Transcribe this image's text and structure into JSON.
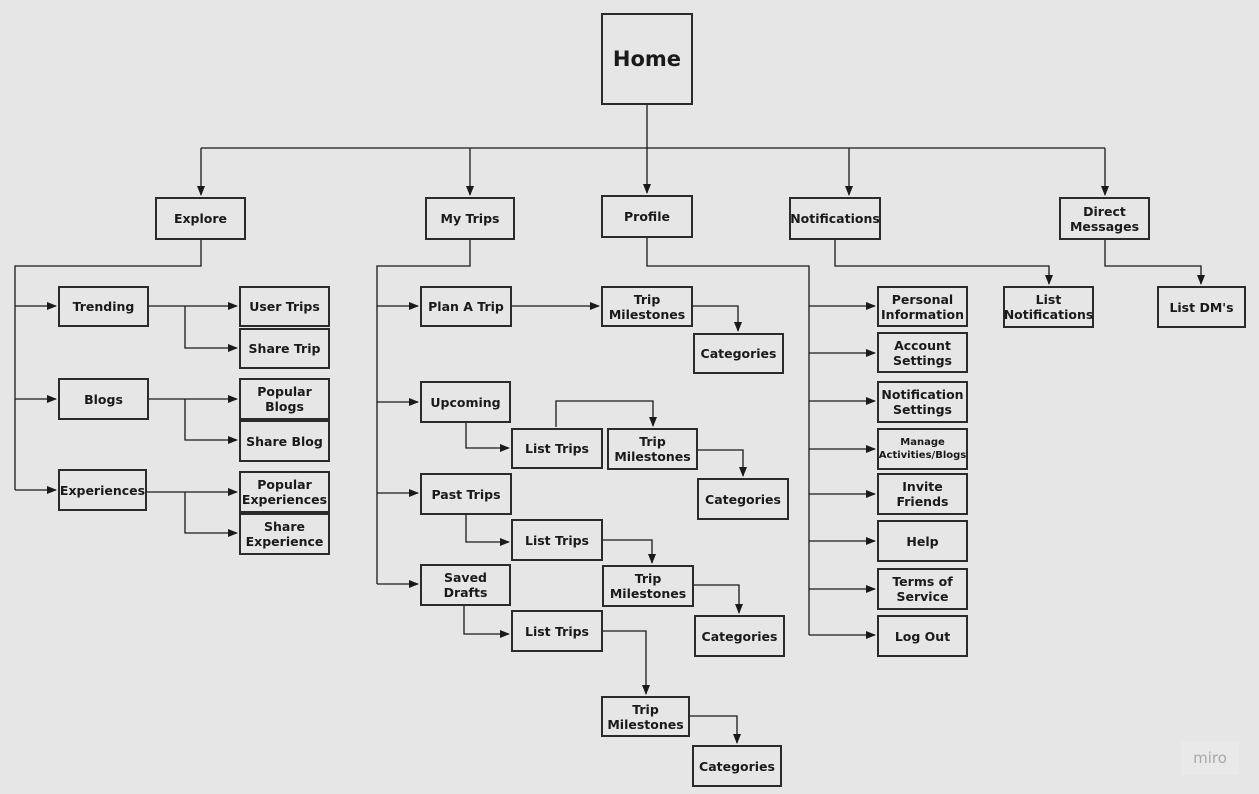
{
  "watermark": "miro",
  "nodes": {
    "home": "Home",
    "explore": "Explore",
    "my_trips": "My Trips",
    "profile": "Profile",
    "notifications": "Notifications",
    "direct_messages": "Direct\nMessages",
    "trending": "Trending",
    "user_trips": "User Trips",
    "share_trip": "Share Trip",
    "blogs": "Blogs",
    "popular_blogs": "Popular Blogs",
    "share_blog": "Share Blog",
    "experiences": "Experiences",
    "popular_experiences": "Popular\nExperiences",
    "share_experience": "Share\nExperience",
    "plan_a_trip": "Plan A Trip",
    "plan_milestones": "Trip\nMilestones",
    "plan_categories": "Categories",
    "upcoming": "Upcoming",
    "upcoming_list": "List Trips",
    "upcoming_milestones": "Trip\nMilestones",
    "upcoming_categories": "Categories",
    "past_trips": "Past Trips",
    "past_list": "List Trips",
    "past_milestones": "Trip\nMilestones",
    "past_categories": "Categories",
    "saved_drafts": "Saved Drafts",
    "drafts_list": "List Trips",
    "drafts_milestones": "Trip\nMilestones",
    "drafts_categories": "Categories",
    "personal_information": "Personal\nInformation",
    "account_settings": "Account\nSettings",
    "notification_settings": "Notification\nSettings",
    "manage_activities": "Manage\nActivities/Blogs",
    "invite_friends": "Invite Friends",
    "help": "Help",
    "terms_of_service": "Terms of\nService",
    "log_out": "Log Out",
    "list_notifications": "List\nNotifications",
    "list_dms": "List DM's"
  },
  "colors": {
    "background": "#e6e6e6",
    "stroke": "#2b2b2b"
  }
}
